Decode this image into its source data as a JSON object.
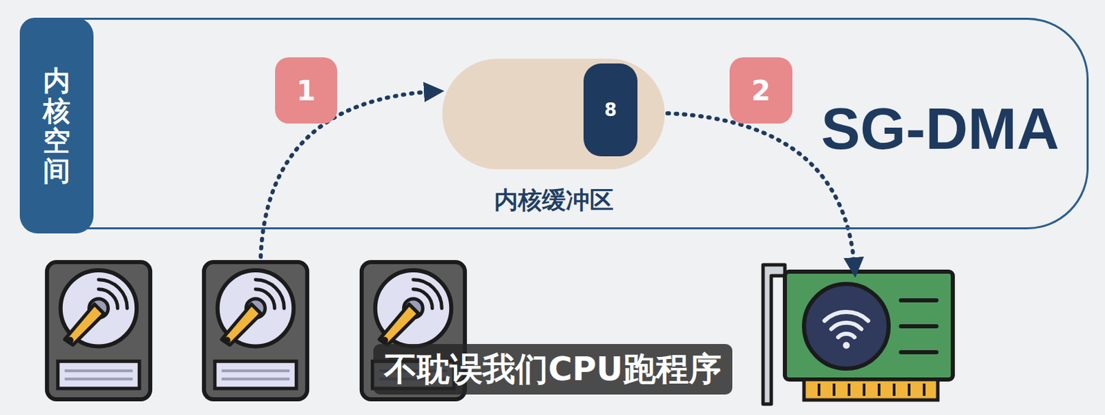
{
  "diagram": {
    "nodes": [
      {
        "text": [
          "内核空间"
        ]
      },
      {
        "text": [
          "内核缓冲区"
        ],
        "in": 0
      },
      {
        "text": [
          "8"
        ],
        "in": 1
      }
    ],
    "labels": [
      "1",
      "2",
      "SG-DMA",
      "不耽误我们CPU跑程序"
    ]
  }
}
